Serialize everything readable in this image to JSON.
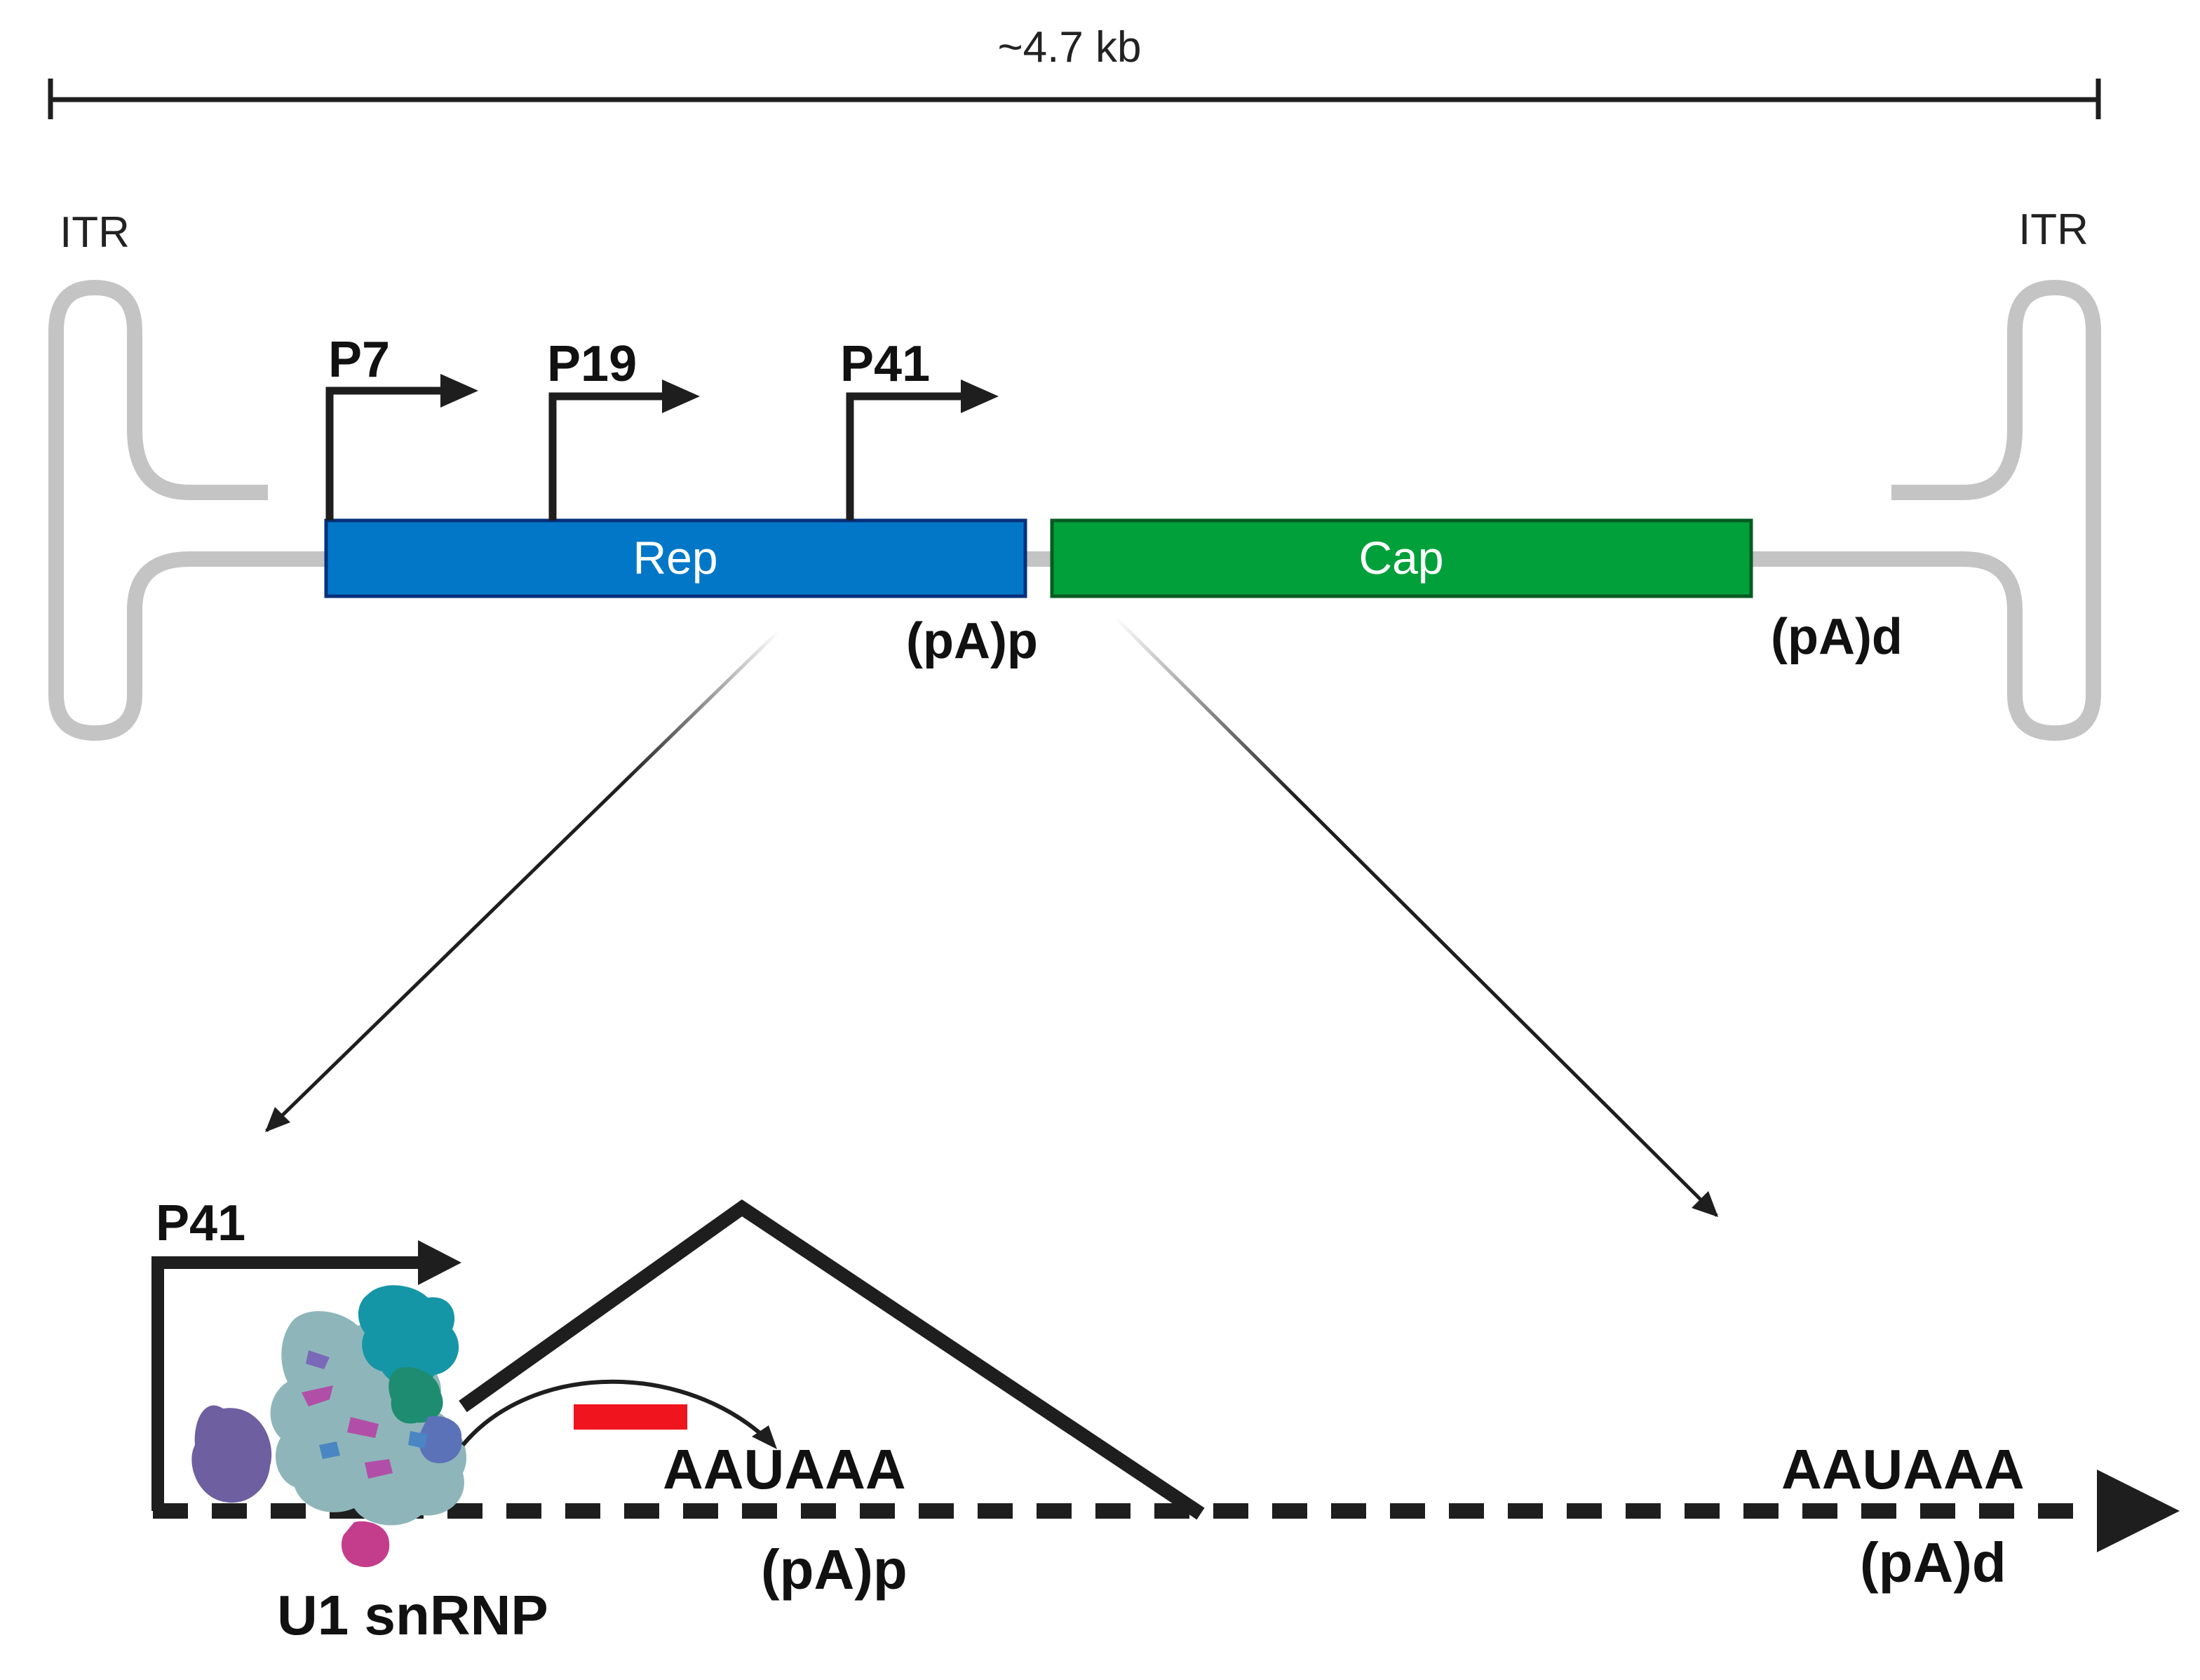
{
  "genome": {
    "length_label": "~4.7 kb",
    "itr_left_label": "ITR",
    "itr_right_label": "ITR",
    "promoters": [
      "P7",
      "P19",
      "P41"
    ],
    "rep_label": "Rep",
    "cap_label": "Cap",
    "pa_proximal_label": "(pA)p",
    "pa_distal_label": "(pA)d",
    "colors": {
      "rep": "#0277C8",
      "cap": "#02A03A",
      "itr": "#C4C4C4",
      "inhibition": "#F0141E",
      "line": "#1E1E1E"
    }
  },
  "detail": {
    "promoter_label": "P41",
    "snrnp_label": "U1 snRNP",
    "signal_proximal": "AAUAAA",
    "pa_proximal_label": "(pA)p",
    "signal_distal": "AAUAAA",
    "pa_distal_label": "(pA)d"
  }
}
